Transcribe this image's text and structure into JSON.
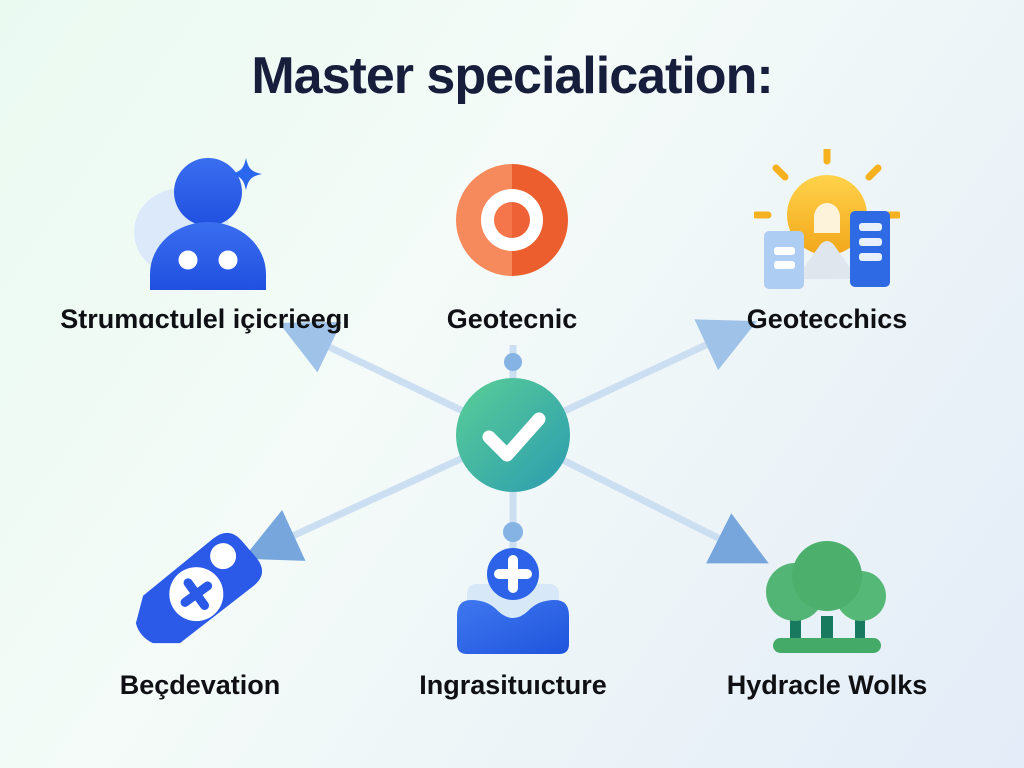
{
  "title": "Master specialication:",
  "center": {
    "icon": "check-circle-icon",
    "accent_gradient": [
      "#5ace96",
      "#2b9cb0"
    ]
  },
  "nodes": [
    {
      "id": "structural-engineering",
      "label": "Strumɑctulel içicrieegı",
      "icon": "person-sparkle-icon",
      "icon_color": "#2d5ce6"
    },
    {
      "id": "geotechnic",
      "label": "Geotecnic",
      "icon": "target-icon",
      "icon_color": "#ee6136"
    },
    {
      "id": "geotechnics",
      "label": "Geotecchics",
      "icon": "city-sun-icon",
      "icon_color": "#f5b11f"
    },
    {
      "id": "excavation",
      "label": "Beçdevation",
      "icon": "tag-plus-icon",
      "icon_color": "#2b5ae8"
    },
    {
      "id": "infrastructure",
      "label": "Ingrasituıcture",
      "icon": "tray-medical-cross-icon",
      "icon_color": "#2d63e8"
    },
    {
      "id": "hydraulic-works",
      "label": "Hydracle Wolks",
      "icon": "trees-icon",
      "icon_color": "#4fb373"
    }
  ],
  "colors": {
    "background_start": "#eafaf1",
    "background_end": "#e3ecf8",
    "title_text": "#171e3c",
    "label_text": "#0f1013",
    "spoke_line": "#ccdff2",
    "spoke_node": "#85b3e4",
    "arrowhead_upper": "#9fc2e9",
    "arrowhead_lower": "#77a6dd"
  }
}
